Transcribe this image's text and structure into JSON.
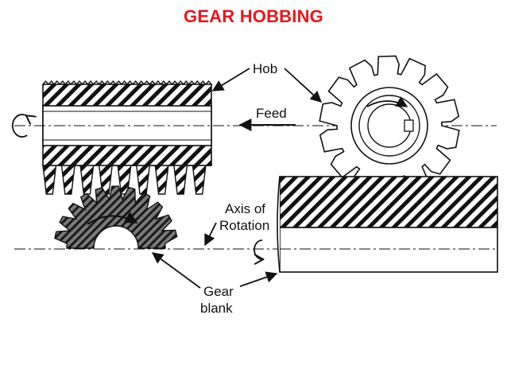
{
  "title": "GEAR HOBBING",
  "labels": {
    "hob": "Hob",
    "feed": "Feed",
    "axis_line1": "Axis of",
    "axis_line2": "Rotation",
    "gear_line1": "Gear",
    "gear_line2": "blank"
  },
  "colors": {
    "title": "#e8161c",
    "ink": "#111111",
    "background": "#ffffff"
  }
}
